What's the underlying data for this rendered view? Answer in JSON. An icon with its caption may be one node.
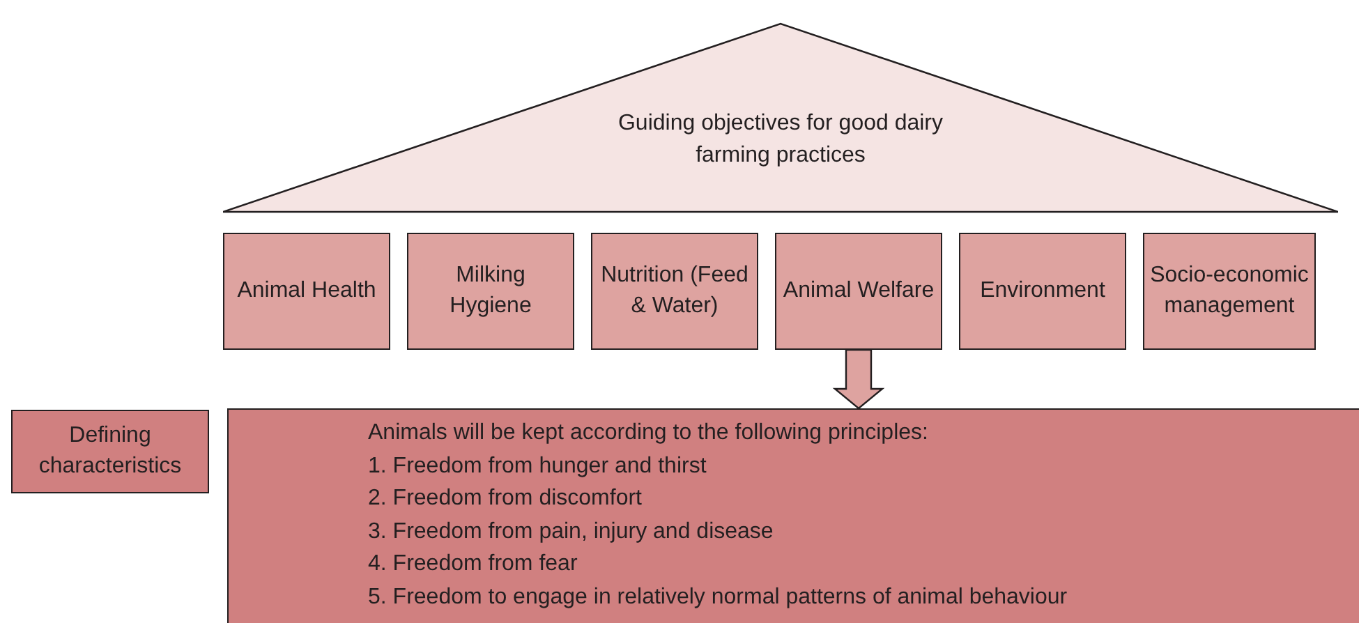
{
  "diagram": {
    "nodes": [
      {
        "text": [
          "Guiding objectives for good dairy farming practices"
        ]
      },
      {
        "text": [
          "Animal Health"
        ]
      },
      {
        "text": [
          "Milking Hygiene"
        ]
      },
      {
        "text": [
          "Nutrition (Feed & Water)"
        ]
      },
      {
        "text": [
          "Animal Welfare"
        ]
      },
      {
        "text": [
          "Environment"
        ]
      },
      {
        "text": [
          "Socio-economic management"
        ]
      },
      {
        "text": [
          "Defining characteristics"
        ]
      },
      {
        "text": [
          "Animals will be kept according to the following principles:",
          "1. Freedom from hunger and thirst",
          "2. Freedom from discomfort",
          "3. Freedom from pain, injury and disease",
          "4. Freedom from fear",
          "5. Freedom to engage in relatively normal patterns of animal behaviour"
        ]
      }
    ],
    "edges": [
      {
        "from": 4,
        "to": 8,
        "arrow": "to"
      }
    ]
  }
}
